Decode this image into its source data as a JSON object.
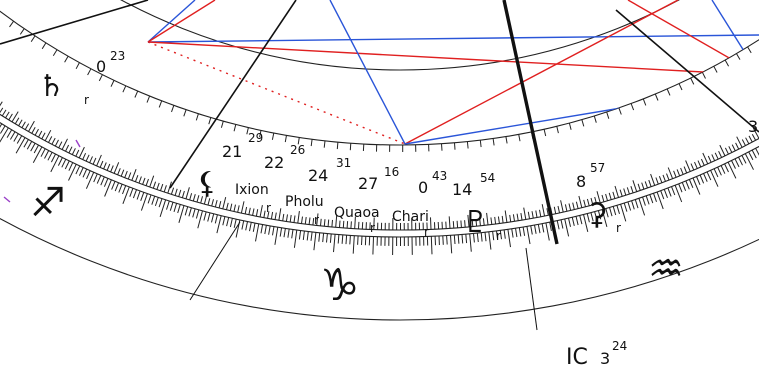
{
  "chart": {
    "planets": [
      {
        "name": "",
        "symbol": "♄",
        "degree": "0",
        "minutes": "23",
        "retro": "r"
      },
      {
        "name": "",
        "symbol": "⚸",
        "degree": "21",
        "minutes": "29",
        "retro": ""
      },
      {
        "name": "Ixion",
        "symbol": "",
        "degree": "22",
        "minutes": "26",
        "retro": "r"
      },
      {
        "name": "Pholu",
        "symbol": "",
        "degree": "24",
        "minutes": "31",
        "retro": "r"
      },
      {
        "name": "Quaoa",
        "symbol": "",
        "degree": "27",
        "minutes": "16",
        "retro": "r"
      },
      {
        "name": "Chari",
        "symbol": "",
        "degree": "0",
        "minutes": "43",
        "retro": "r"
      },
      {
        "name": "",
        "symbol": "♇",
        "degree": "14",
        "minutes": "54",
        "retro": "r"
      },
      {
        "name": "",
        "symbol": "⚳",
        "degree": "8",
        "minutes": "57",
        "retro": "r"
      }
    ],
    "signs": [
      {
        "name": "Sagittarius",
        "symbol": "♐"
      },
      {
        "name": "Capricorn",
        "symbol": "♑"
      },
      {
        "name": "Aquarius",
        "symbol": "♒"
      }
    ],
    "angles": {
      "ic": {
        "label": "IC",
        "degree": "3",
        "minutes": "24"
      }
    },
    "house_cusp": "3",
    "colors": {
      "aspect_red": "#e02020",
      "aspect_blue": "#2a55d8",
      "ink": "#111111"
    }
  }
}
